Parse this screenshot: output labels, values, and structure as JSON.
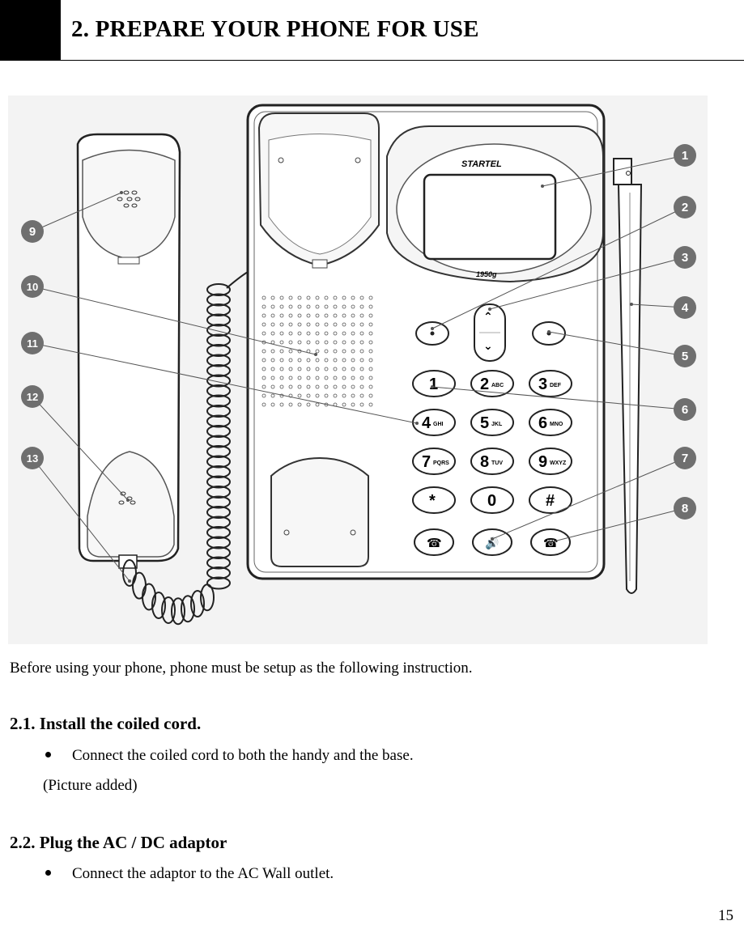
{
  "header": {
    "title": "2. PREPARE YOUR PHONE FOR USE"
  },
  "figure": {
    "brand": "STARTEL",
    "model": "1950g",
    "callouts": [
      "1",
      "2",
      "3",
      "4",
      "5",
      "6",
      "7",
      "8",
      "9",
      "10",
      "11",
      "12",
      "13"
    ],
    "keypad": [
      {
        "digit": "1",
        "letters": ""
      },
      {
        "digit": "2",
        "letters": "ABC"
      },
      {
        "digit": "3",
        "letters": "DEF"
      },
      {
        "digit": "4",
        "letters": "GHI"
      },
      {
        "digit": "5",
        "letters": "JKL"
      },
      {
        "digit": "6",
        "letters": "MNO"
      },
      {
        "digit": "7",
        "letters": "PQRS"
      },
      {
        "digit": "8",
        "letters": "TUV"
      },
      {
        "digit": "9",
        "letters": "WXYZ"
      },
      {
        "digit": "*",
        "letters": ""
      },
      {
        "digit": "0",
        "letters": ""
      },
      {
        "digit": "#",
        "letters": ""
      }
    ]
  },
  "body": {
    "intro": "Before using your phone, phone must be setup as the following instruction.",
    "section1": {
      "heading": "2.1. Install the coiled cord.",
      "bullet": "Connect the coiled cord to both the handy and the base.",
      "note": "(Picture added)"
    },
    "section2": {
      "heading": "2.2. Plug the AC / DC adaptor",
      "bullet": "Connect the adaptor to the AC Wall outlet."
    }
  },
  "footer": {
    "page_number": "15"
  }
}
